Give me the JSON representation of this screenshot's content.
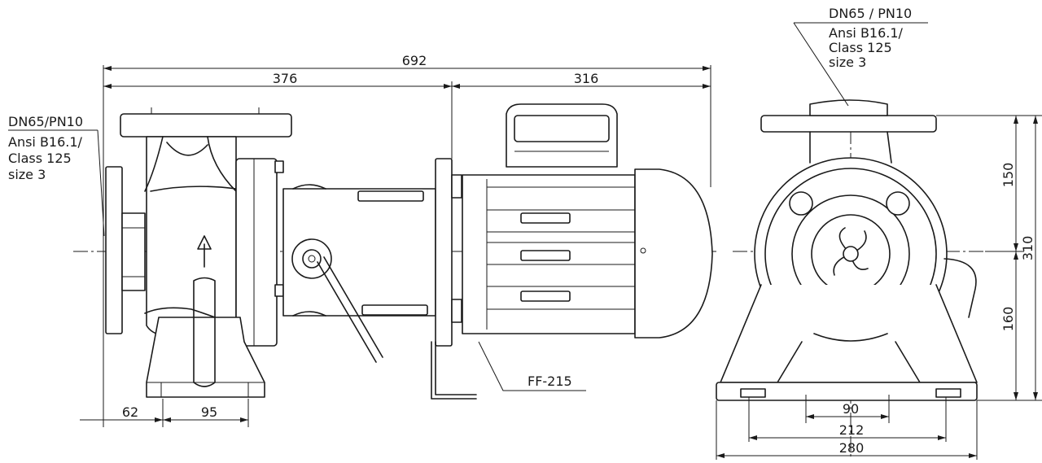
{
  "left_view": {
    "flange_spec": {
      "line1": "DN65/PN10",
      "line2": "Ansi B16.1/",
      "line3": "Class 125",
      "line4": "size 3"
    },
    "dims": {
      "overall_length": "692",
      "pump_length": "376",
      "motor_length": "316",
      "flange_offset": "62",
      "foot_spacing": "95"
    },
    "motor_flange_label": "FF-215"
  },
  "right_view": {
    "flange_spec": {
      "line1": "DN65 / PN10",
      "line2": "Ansi B16.1/",
      "line3": "Class 125",
      "line4": "size 3"
    },
    "dims": {
      "upper_height": "150",
      "total_height": "310",
      "lower_height": "160",
      "inner_width": "90",
      "hole_spacing": "212",
      "base_width": "280"
    }
  }
}
